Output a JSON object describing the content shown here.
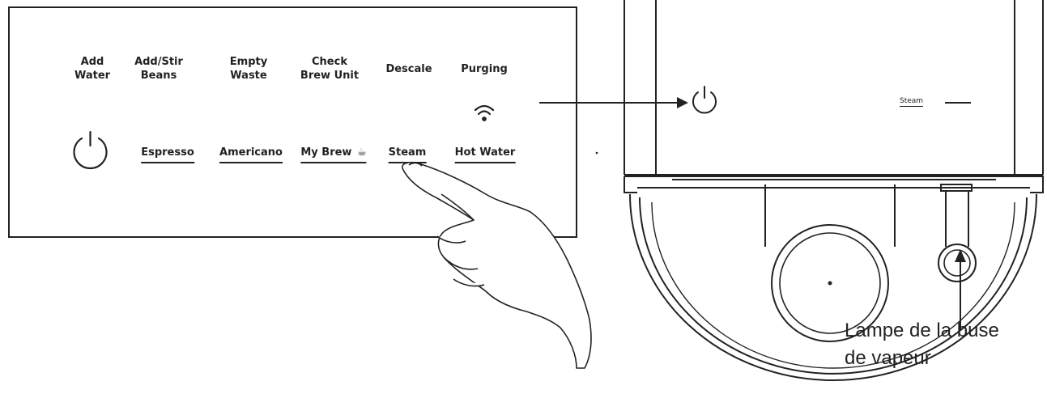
{
  "panel": {
    "status_lights": [
      {
        "line1": "Add",
        "line2": "Water"
      },
      {
        "line1": "Add/Stir",
        "line2": "Beans"
      },
      {
        "line1": "Empty",
        "line2": "Waste"
      },
      {
        "line1": "Check",
        "line2": "Brew Unit"
      },
      {
        "line1": "Descale",
        "line2": ""
      },
      {
        "line1": "Purging",
        "line2": ""
      }
    ],
    "buttons": [
      {
        "label": "Espresso"
      },
      {
        "label": "Americano"
      },
      {
        "label": "My Brew"
      },
      {
        "label": "Steam"
      },
      {
        "label": "Hot Water"
      }
    ],
    "my_brew_icon": "cup-icon",
    "power_icon": "power-icon",
    "purging_icon": "wifi-waves-icon"
  },
  "machine": {
    "steam_label": "Steam",
    "power_icon": "power-icon"
  },
  "callout": {
    "line1": "Lampe de la buse",
    "line2": "de vapeur"
  }
}
